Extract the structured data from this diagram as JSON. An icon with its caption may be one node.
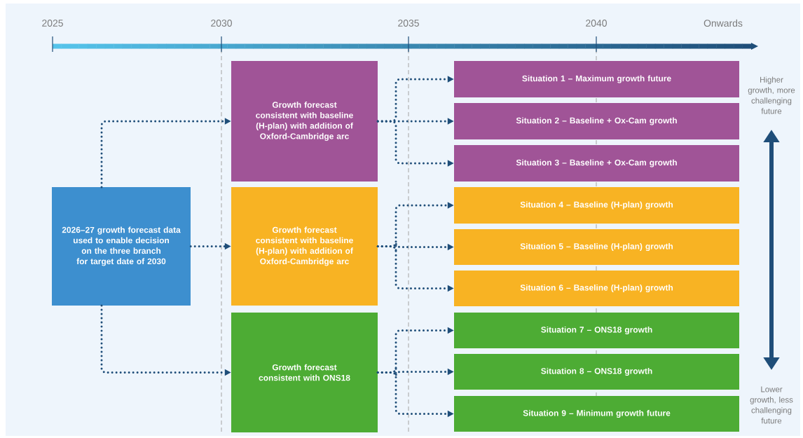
{
  "diagram": {
    "nodes": [
      {
        "text": [
          "2026–27 growth forecast data used to enable decision on the three branch for target date of 2030"
        ]
      },
      {
        "text": [
          "Growth forecast consistent with baseline (H-plan) with addition of Oxford-Cambridge arc"
        ]
      },
      {
        "text": [
          "Growth forecast consistent with baseline (H-plan) with addition of Oxford-Cambridge arc"
        ]
      },
      {
        "text": [
          "Growth forecast consistent with ONS18"
        ]
      },
      {
        "text": [
          "Situation 1 – Maximum growth future"
        ]
      },
      {
        "text": [
          "Situation 2 – Baseline + Ox-Cam growth"
        ]
      },
      {
        "text": [
          "Situation 3 – Baseline + Ox-Cam growth"
        ]
      },
      {
        "text": [
          "Situation 4 – Baseline (H-plan) growth"
        ]
      },
      {
        "text": [
          "Situation 5 – Baseline (H-plan) growth"
        ]
      },
      {
        "text": [
          "Situation 6 – Baseline (H-plan) growth"
        ]
      },
      {
        "text": [
          "Situation 7 – ONS18 growth"
        ]
      },
      {
        "text": [
          "Situation 8 – ONS18 growth"
        ]
      },
      {
        "text": [
          "Situation 9 – Minimum growth future"
        ]
      }
    ],
    "edges": [
      {
        "from": 0,
        "to": 1,
        "arrow": "to"
      },
      {
        "from": 0,
        "to": 2,
        "arrow": "to"
      },
      {
        "from": 0,
        "to": 3,
        "arrow": "to"
      },
      {
        "from": 1,
        "to": 4,
        "arrow": "to"
      },
      {
        "from": 1,
        "to": 5,
        "arrow": "to"
      },
      {
        "from": 1,
        "to": 6,
        "arrow": "to"
      },
      {
        "from": 2,
        "to": 7,
        "arrow": "to"
      },
      {
        "from": 2,
        "to": 8,
        "arrow": "to"
      },
      {
        "from": 2,
        "to": 9,
        "arrow": "to"
      },
      {
        "from": 3,
        "to": 10,
        "arrow": "to"
      },
      {
        "from": 3,
        "to": 11,
        "arrow": "to"
      },
      {
        "from": 3,
        "to": 12,
        "arrow": "to"
      }
    ],
    "labels": [
      "2025",
      "2030",
      "2035",
      "2040",
      "Onwards",
      "Higher growth, more challenging future",
      "Lower growth, less challenging future"
    ]
  }
}
